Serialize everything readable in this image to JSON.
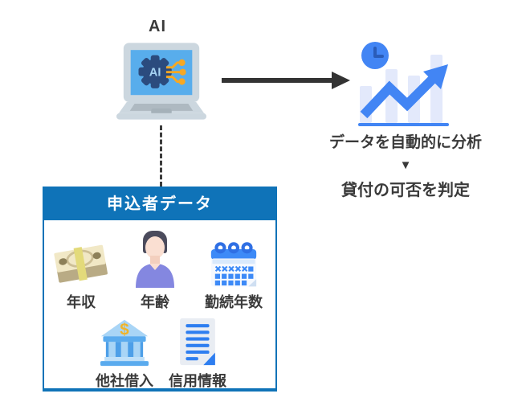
{
  "diagram": {
    "ai_label": "AI",
    "flow": {
      "analysis_text": "データを自動的に分析",
      "down_arrow_symbol": "▼",
      "result_text": "貸付の可否を判定"
    },
    "applicant_box": {
      "title": "申込者データ",
      "items": [
        {
          "label": "年収",
          "icon": "money-stack-icon"
        },
        {
          "label": "年齢",
          "icon": "person-icon"
        },
        {
          "label": "勤続年数",
          "icon": "calendar-icon"
        },
        {
          "label": "他社借入",
          "icon": "bank-icon"
        },
        {
          "label": "信用情報",
          "icon": "credit-document-icon"
        }
      ]
    },
    "icons": {
      "laptop": "ai-laptop-icon",
      "chart": "analysis-chart-icon",
      "arrow": "flow-arrow-right-icon"
    },
    "colors": {
      "box_blue": "#0f73b8",
      "chart_blue": "#4285f4",
      "bar_lavender": "#e3e9fb",
      "arrow_dark": "#333333",
      "text_dark": "#3a3a3a",
      "screen_blue": "#58adec",
      "gear_navy": "#2b4b7e",
      "circuit_orange": "#f7a823"
    }
  }
}
